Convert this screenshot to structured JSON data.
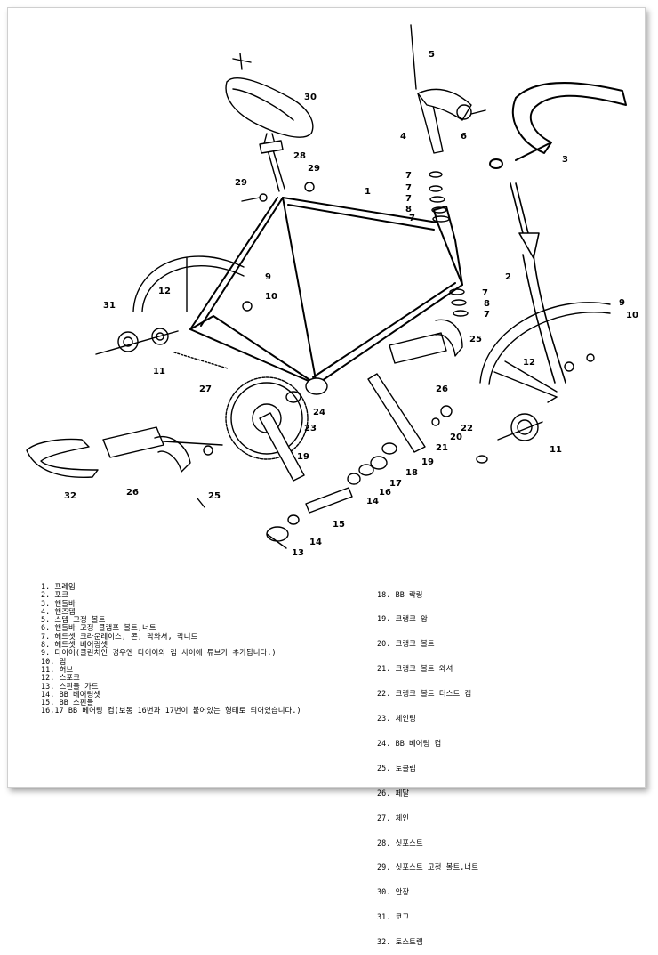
{
  "diagram": {
    "callouts": [
      "1",
      "2",
      "3",
      "4",
      "5",
      "6",
      "7",
      "7",
      "7",
      "8",
      "7",
      "7",
      "8",
      "7",
      "9",
      "9",
      "10",
      "10",
      "11",
      "11",
      "12",
      "12",
      "13",
      "14",
      "14",
      "15",
      "16",
      "17",
      "18",
      "19",
      "19",
      "20",
      "21",
      "22",
      "23",
      "24",
      "25",
      "25",
      "26",
      "26",
      "27",
      "28",
      "29",
      "29",
      "30",
      "31",
      "32"
    ]
  },
  "legend": {
    "left": [
      "1. 프레임",
      "2. 포크",
      "3. 핸들바",
      "4. 핸즈템",
      "5. 스템 고정 볼트",
      "6. 핸들바 고정 클램프 볼트,너트",
      "7. 헤드셋 크라운레이스, 콘, 락와셔, 락너트",
      "8. 헤드셋 베어링셋",
      "9. 타이어(클린처인 경우엔 타이어와 림 사이에 튜브가 추가됩니다.)",
      "10. 림",
      "11. 허브",
      "12. 스포크",
      "13. 스핀들 가드",
      "14. BB 베어링셋",
      "15. BB 스핀들",
      "16,17 BB 베어링 컵(보통 16번과 17번이 붙어있는 형태로 되어있습니다.)"
    ],
    "right": [
      "18. BB 락링",
      "19. 크랭크 암",
      "20. 크랭크 볼트",
      "21. 크랭크 볼트 와셔",
      "22. 크랭크 볼트 더스트 캡",
      "23. 체인링",
      "24. BB 베어링 컵",
      "25. 토클립",
      "26. 페달",
      "27. 체인",
      "28. 싯포스트",
      "29. 싯포스트 고정 볼트,너트",
      "30. 안장",
      "31. 코그",
      "32. 토스트랩"
    ]
  }
}
